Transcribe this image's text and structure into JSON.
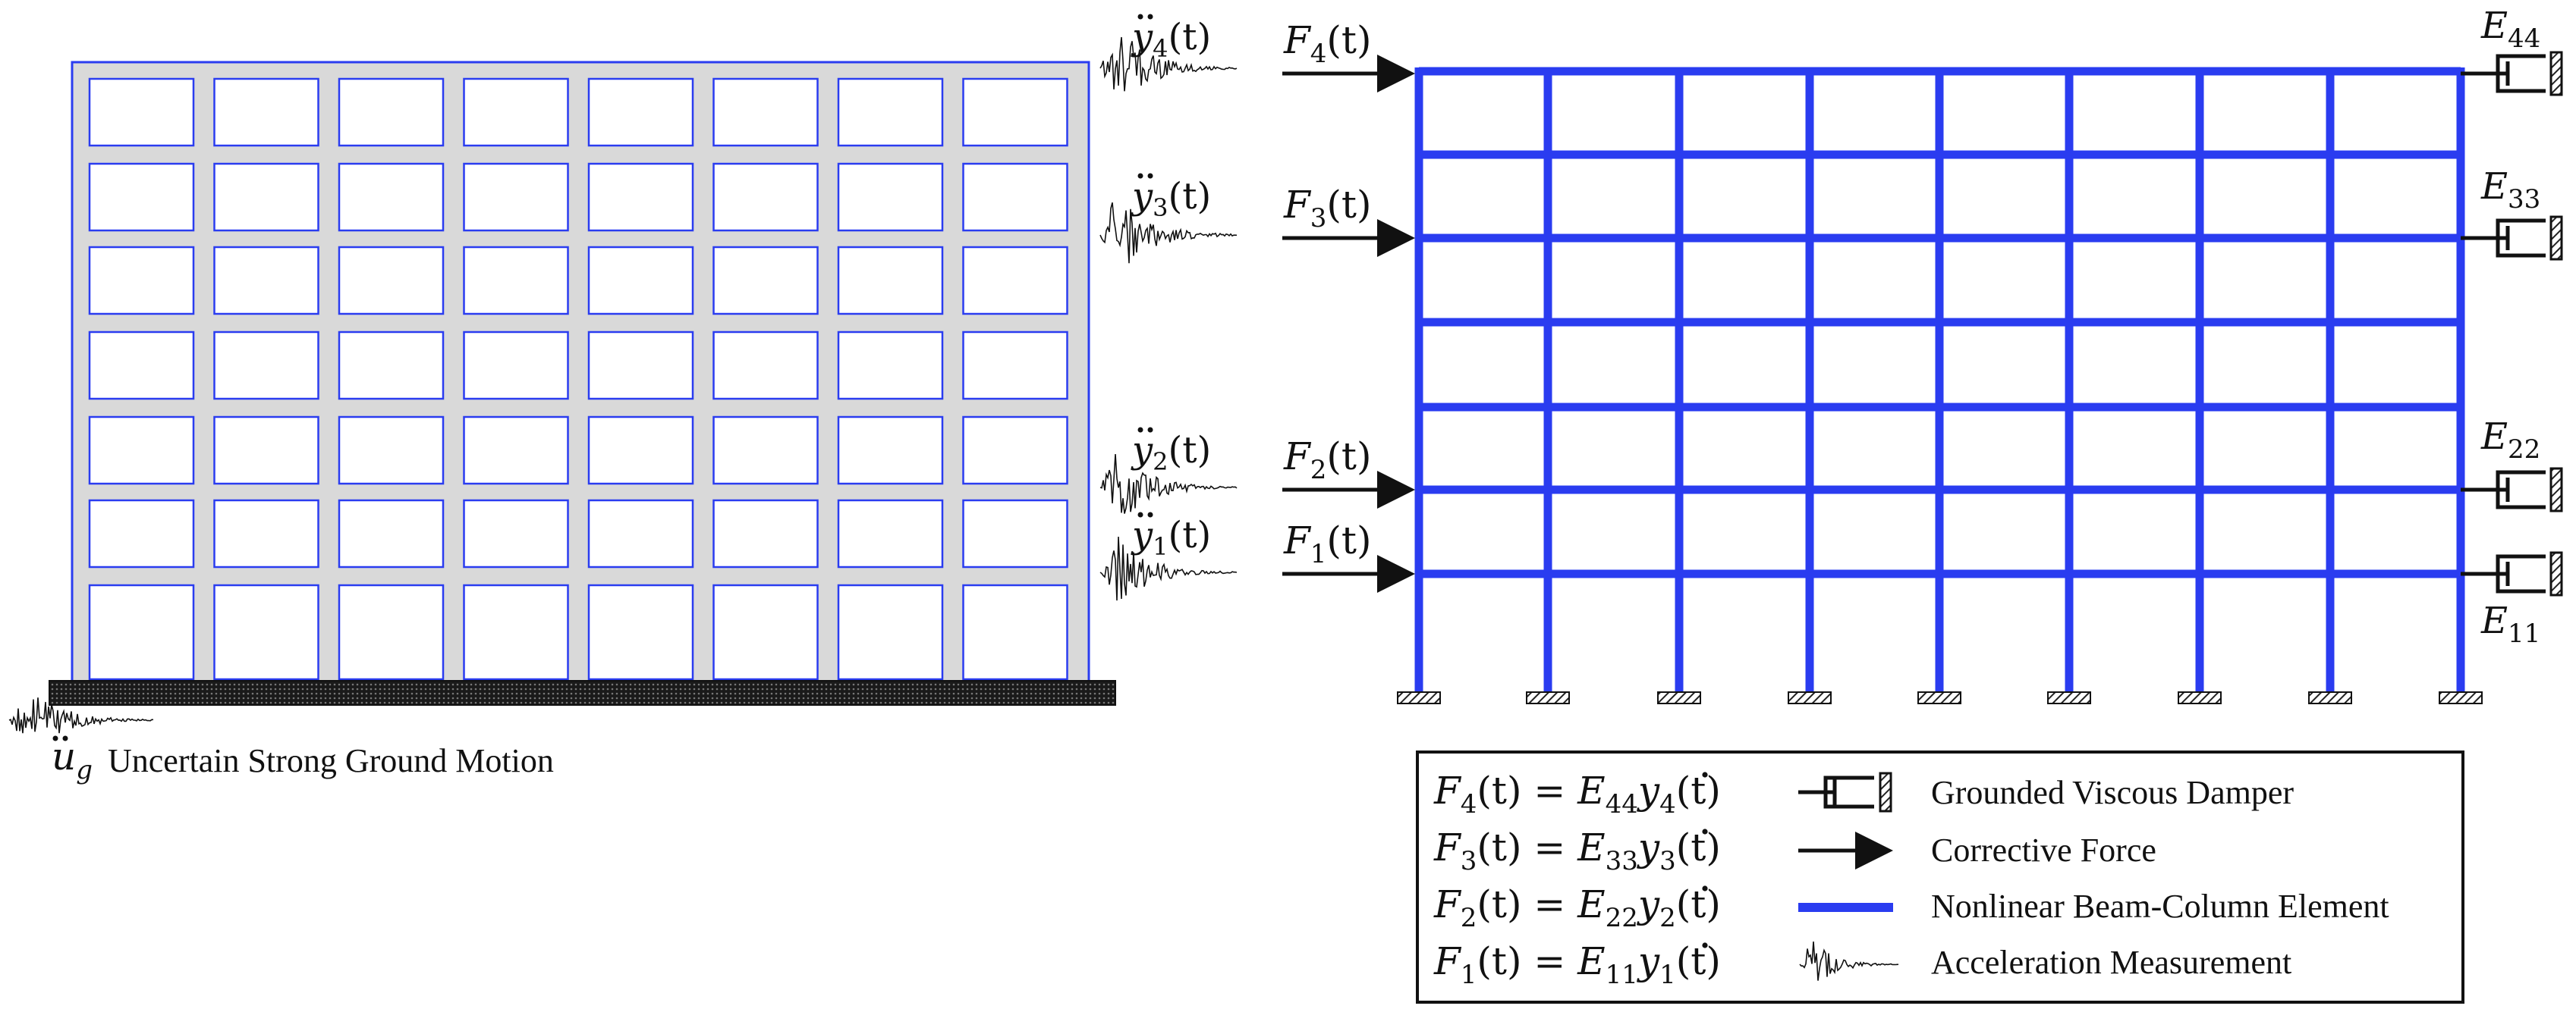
{
  "building": {
    "accel_labels": [
      {
        "var": "y",
        "sub": "4",
        "arg": "(t)"
      },
      {
        "var": "y",
        "sub": "3",
        "arg": "(t)"
      },
      {
        "var": "y",
        "sub": "2",
        "arg": "(t)"
      },
      {
        "var": "y",
        "sub": "1",
        "arg": "(t)"
      }
    ],
    "ground_symbol": {
      "var": "u",
      "sub": "g"
    },
    "ground_text": "Uncertain Strong Ground Motion"
  },
  "frame": {
    "force_labels": [
      {
        "var": "F",
        "sub": "4",
        "arg": "(t)"
      },
      {
        "var": "F",
        "sub": "3",
        "arg": "(t)"
      },
      {
        "var": "F",
        "sub": "2",
        "arg": "(t)"
      },
      {
        "var": "F",
        "sub": "1",
        "arg": "(t)"
      }
    ],
    "damper_labels": [
      {
        "var": "E",
        "sub": "44"
      },
      {
        "var": "E",
        "sub": "33"
      },
      {
        "var": "E",
        "sub": "22"
      },
      {
        "var": "E",
        "sub": "11"
      }
    ]
  },
  "legend": {
    "equations": [
      {
        "lhs": "F",
        "lhs_sub": "4",
        "arg": "(t) = ",
        "e": "E",
        "e_sub": "44",
        "y": "y",
        "y_sub": "4",
        "tail": "(t)"
      },
      {
        "lhs": "F",
        "lhs_sub": "3",
        "arg": "(t) = ",
        "e": "E",
        "e_sub": "33",
        "y": "y",
        "y_sub": "3",
        "tail": "(t)"
      },
      {
        "lhs": "F",
        "lhs_sub": "2",
        "arg": "(t) = ",
        "e": "E",
        "e_sub": "22",
        "y": "y",
        "y_sub": "2",
        "tail": "(t)"
      },
      {
        "lhs": "F",
        "lhs_sub": "1",
        "arg": "(t) = ",
        "e": "E",
        "e_sub": "11",
        "y": "y",
        "y_sub": "1",
        "tail": "(t)"
      }
    ],
    "items": [
      {
        "label": "Grounded Viscous Damper"
      },
      {
        "label": "Corrective Force"
      },
      {
        "label": "Nonlinear Beam-Column Element"
      },
      {
        "label": "Acceleration Measurement"
      }
    ]
  },
  "colors": {
    "frame_blue": "#2a3cf0",
    "building_fill": "#d9d9d9",
    "window_stroke": "#2a3cf0"
  }
}
